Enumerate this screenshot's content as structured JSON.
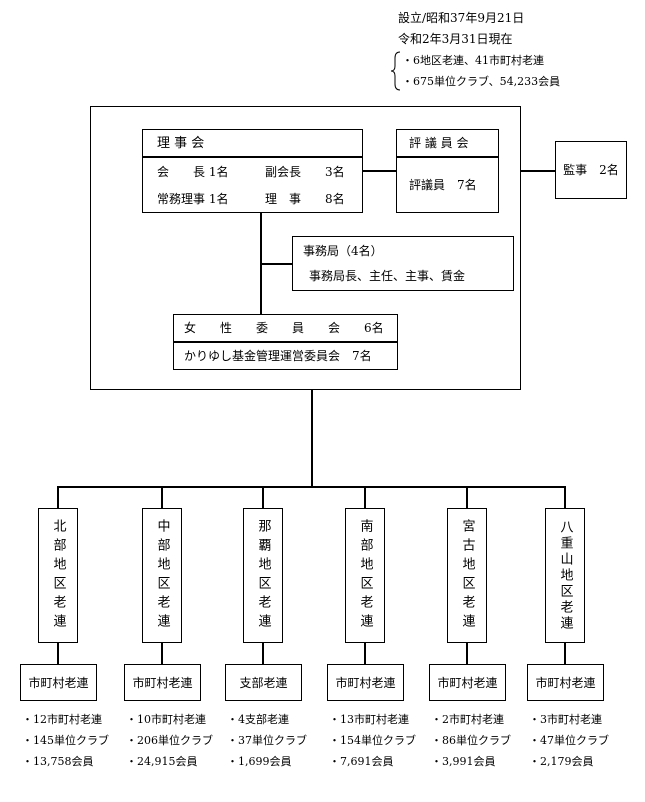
{
  "header": {
    "line1": "設立/昭和37年9月21日",
    "line2": "令和2年3月31日現在",
    "summary1": "・6地区老連、41市町村老連",
    "summary2": "・675単位クラブ、54,233会員"
  },
  "board": {
    "title": "理 事 会",
    "row1a": "会　　長 1名",
    "row1b": "副会長　　3名",
    "row2a": "常務理事 1名",
    "row2b": "理　事　　8名"
  },
  "council": {
    "title": "評 議 員 会",
    "body": "評議員　7名"
  },
  "auditor": {
    "label": "監事　2名"
  },
  "secretariat": {
    "title": "事務局（4名）",
    "body": "事務局長、主任、主事、賃金"
  },
  "committees": {
    "women": "女　　性　　委　　員　　会　　6名",
    "fund": "かりゆし基金管理運営委員会　7名"
  },
  "districts": [
    {
      "name": "北部地区老連",
      "sub": "市町村老連",
      "stats": [
        "・12市町村老連",
        "・145単位クラブ",
        "・13,758会員"
      ]
    },
    {
      "name": "中部地区老連",
      "sub": "市町村老連",
      "stats": [
        "・10市町村老連",
        "・206単位クラブ",
        "・24,915会員"
      ]
    },
    {
      "name": "那覇地区老連",
      "sub": "支部老連",
      "stats": [
        "・4支部老連",
        "・37単位クラブ",
        "・1,699会員"
      ]
    },
    {
      "name": "南部地区老連",
      "sub": "市町村老連",
      "stats": [
        "・13市町村老連",
        "・154単位クラブ",
        "・7,691会員"
      ]
    },
    {
      "name": "宮古地区老連",
      "sub": "市町村老連",
      "stats": [
        "・2市町村老連",
        "・86単位クラブ",
        "・3,991会員"
      ]
    },
    {
      "name": "八重山地区老連",
      "sub": "市町村老連",
      "stats": [
        "・3市町村老連",
        "・47単位クラブ",
        "・2,179会員"
      ]
    }
  ]
}
